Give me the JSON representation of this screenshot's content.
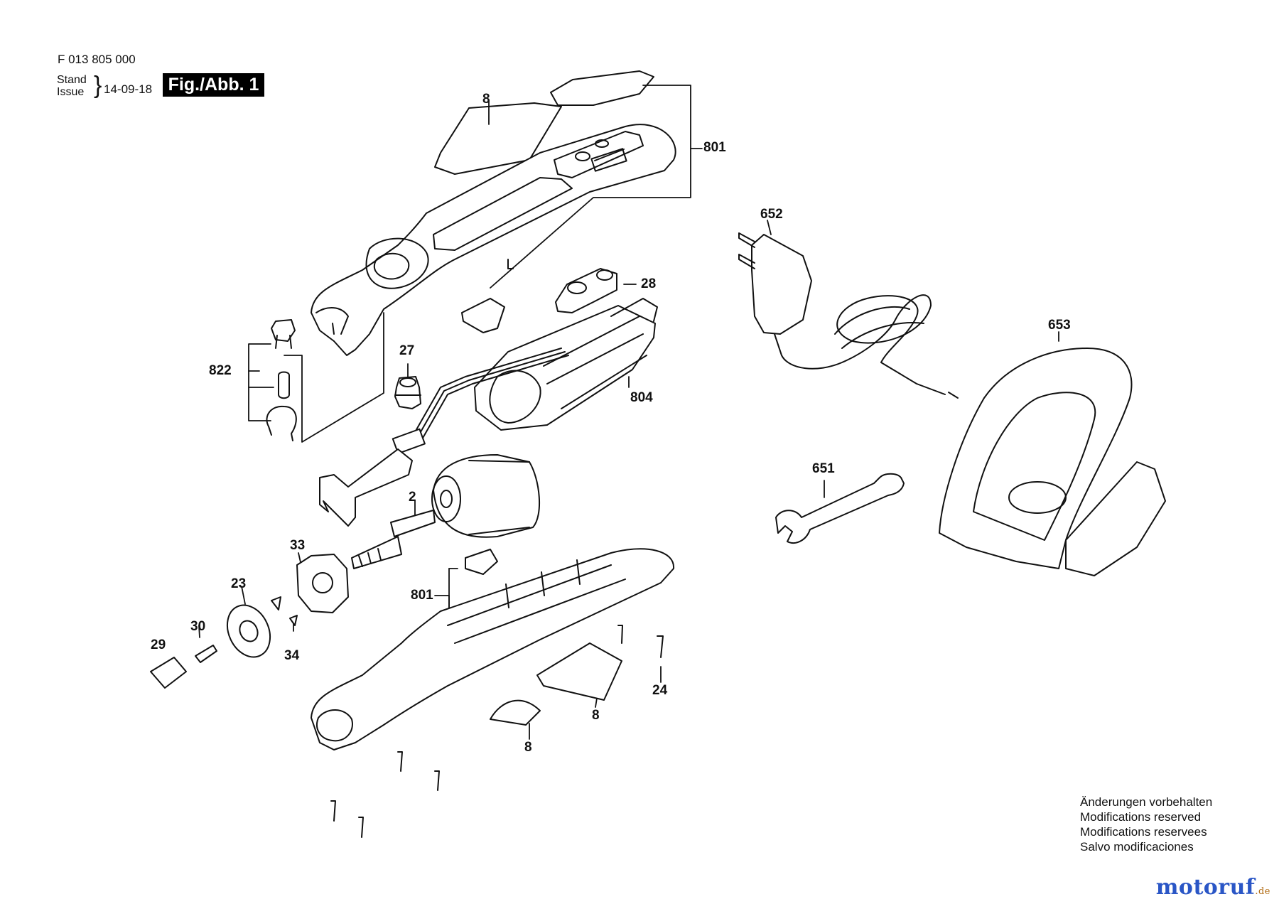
{
  "header": {
    "part_number": "F 013 805 000",
    "stand_label": "Stand",
    "issue_label": "Issue",
    "brace": "}",
    "date": "14-09-18",
    "figure_label": "Fig./Abb. 1"
  },
  "callouts": {
    "c8_top": "8",
    "c801_top": "801",
    "c652": "652",
    "c28": "28",
    "c27": "27",
    "c822": "822",
    "c804": "804",
    "c653": "653",
    "c651": "651",
    "c2": "2",
    "c33": "33",
    "c23": "23",
    "c801_bottom": "801",
    "c30": "30",
    "c29": "29",
    "c34": "34",
    "c24": "24",
    "c8_mid": "8",
    "c8_bottom": "8"
  },
  "notes": [
    "Änderungen vorbehalten",
    "Modifications reserved",
    "Modifications reservees",
    "Salvo modificaciones"
  ],
  "watermark": {
    "name": "motoruf",
    "tld": ".de",
    "accent_color": "#2a56c6"
  }
}
